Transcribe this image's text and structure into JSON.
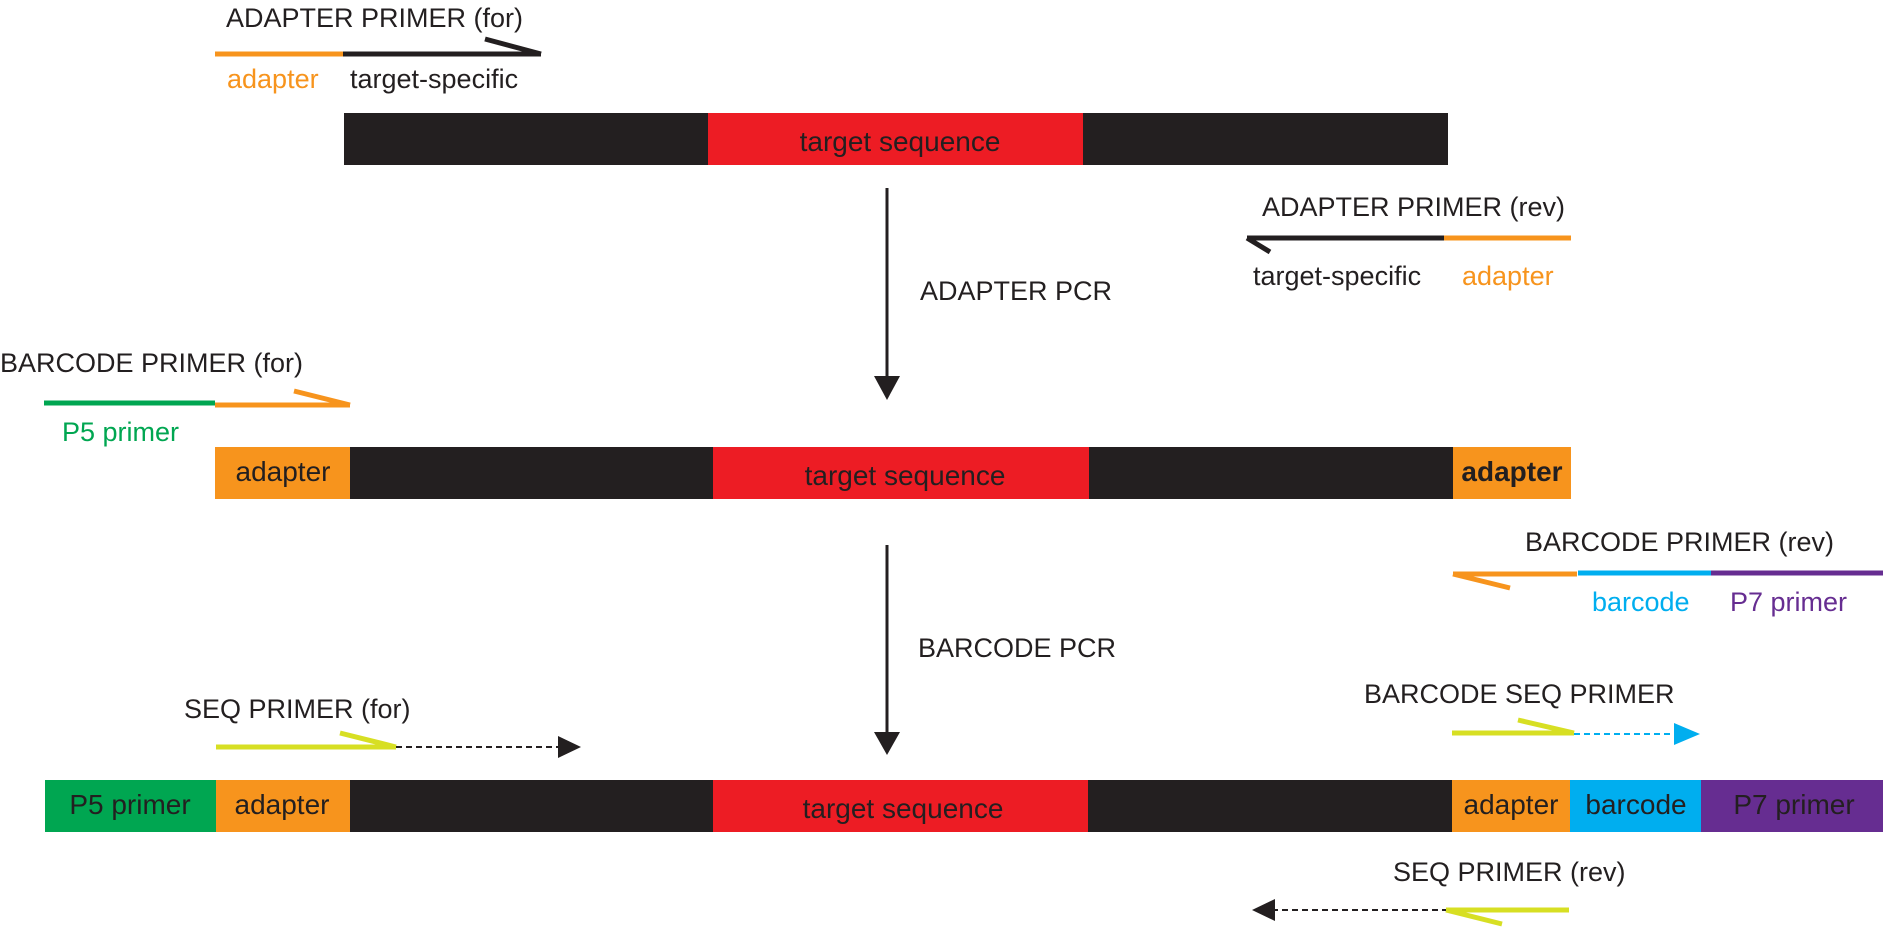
{
  "colors": {
    "black": "#231f20",
    "red": "#ed1c24",
    "orange": "#f7941d",
    "green": "#00a651",
    "blue": "#00aeef",
    "purple": "#662d91",
    "yellow": "#d7df23"
  },
  "step1": {
    "primer_for": {
      "title": "ADAPTER PRIMER (for)",
      "adapter": "adapter",
      "target_specific": "target-specific"
    },
    "target_sequence": "target sequence",
    "primer_rev": {
      "title": "ADAPTER PRIMER (rev)",
      "target_specific": "target-specific",
      "adapter": "adapter"
    },
    "pcr_label": "ADAPTER PCR"
  },
  "step2": {
    "primer_for": {
      "title": "BARCODE PRIMER (for)",
      "p5": "P5 primer"
    },
    "adapter_left": "adapter",
    "target_sequence": "target sequence",
    "adapter_right": "adapter",
    "primer_rev": {
      "title": "BARCODE PRIMER (rev)",
      "barcode": "barcode",
      "p7": "P7 primer"
    },
    "pcr_label": "BARCODE PCR"
  },
  "step3": {
    "seq_primer_for": "SEQ PRIMER (for)",
    "barcode_seq_primer": "BARCODE SEQ PRIMER",
    "p5": "P5 primer",
    "adapter_left": "adapter",
    "target_sequence": "target sequence",
    "adapter_right": "adapter",
    "barcode": "barcode",
    "p7": "P7 primer",
    "seq_primer_rev": "SEQ PRIMER (rev)"
  }
}
